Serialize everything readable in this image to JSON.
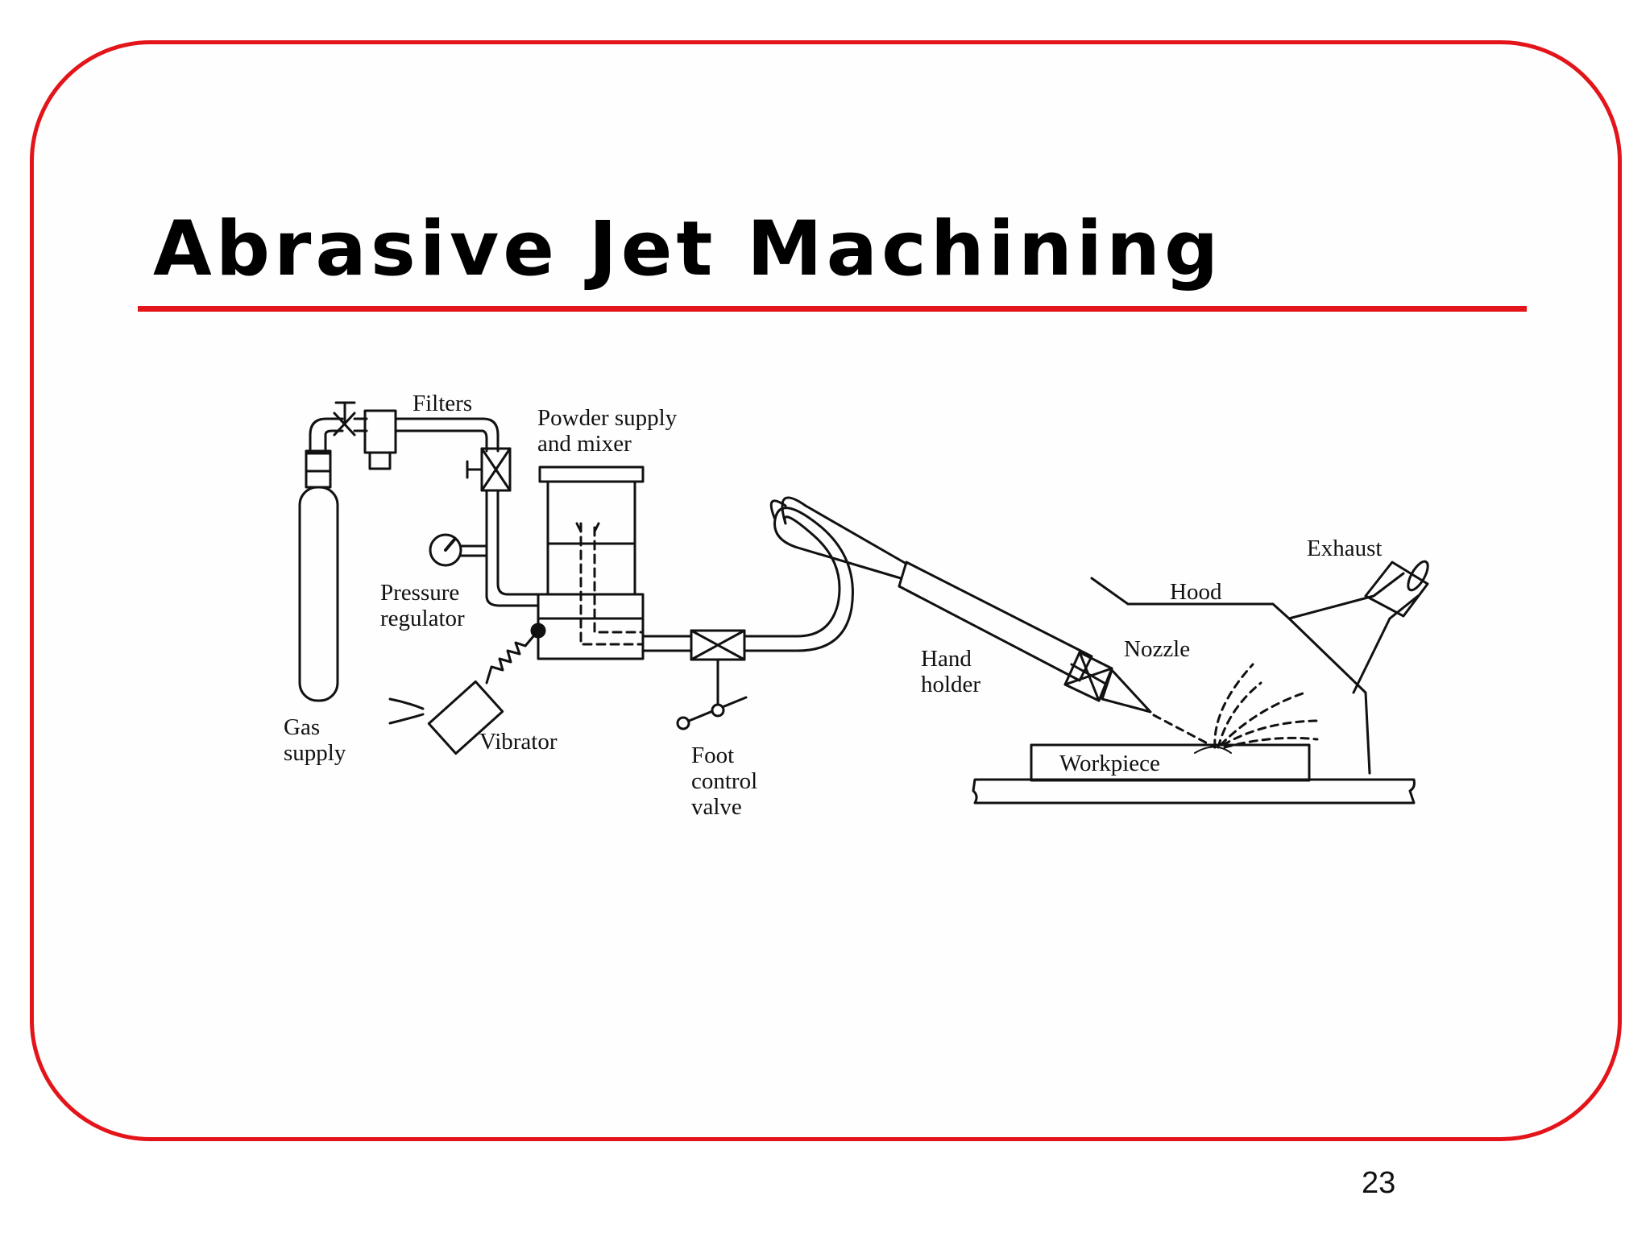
{
  "slide": {
    "title": "Abrasive Jet Machining",
    "page_number": "23",
    "frame_color": "#e3151a"
  },
  "diagram": {
    "labels": {
      "filters": "Filters",
      "powder_1": "Powder supply",
      "powder_2": "and mixer",
      "pressure_1": "Pressure",
      "pressure_2": "regulator",
      "gas_1": "Gas",
      "gas_2": "supply",
      "vibrator": "Vibrator",
      "foot_1": "Foot",
      "foot_2": "control",
      "foot_3": "valve",
      "hand_1": "Hand",
      "hand_2": "holder",
      "nozzle": "Nozzle",
      "hood": "Hood",
      "exhaust": "Exhaust",
      "workpiece": "Workpiece"
    }
  }
}
